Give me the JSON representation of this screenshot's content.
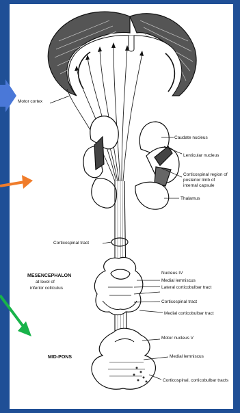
{
  "colors": {
    "frame": "#1f4f96",
    "arrow_blue": "#4a78d8",
    "arrow_orange": "#f07c2a",
    "arrow_green": "#18b34a",
    "ink": "#111111"
  },
  "labels": {
    "motor_cortex": "Motor cortex",
    "caudate_nucleus": "Caudate nucleus",
    "lenticular_nucleus": "Lenticular nucleus",
    "corticospinal_region_l1": "Corticospinal region of",
    "corticospinal_region_l2": "posterior limb of",
    "corticospinal_region_l3": "internal capsule",
    "thalamus": "Thalamus",
    "corticospinal_tract": "Corticospinal tract",
    "mesencephalon_l1": "MESENCEPHALON",
    "mesencephalon_l2": "at level of",
    "mesencephalon_l3": "inferior colliculus",
    "nucleus_iv": "Nucleus IV",
    "medial_lemniscus_1": "Medial lemniscus",
    "lateral_corticobulbar": "Lateral corticobulbar tract",
    "corticospinal_tract_2": "Corticospinal tract",
    "medial_corticobulbar": "Medial corticobulbar tract",
    "mid_pons": "MID-PONS",
    "motor_nucleus_v": "Motor nucleus V",
    "medial_lemniscus_2": "Medial lemniscus",
    "corticospinal_corticobulbar": "Corticospinal, corticobulbar tracts"
  }
}
